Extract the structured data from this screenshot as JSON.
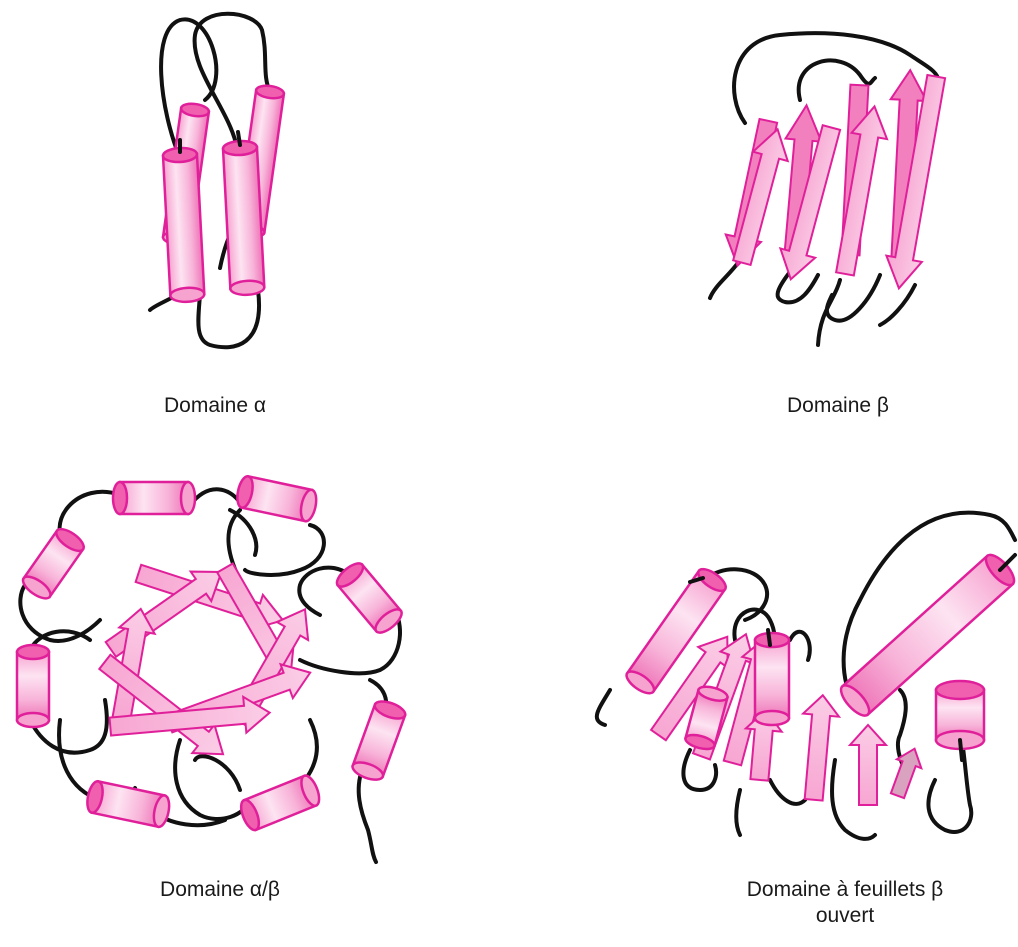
{
  "captions": {
    "alpha_domain": "Domaine α",
    "beta_domain": "Domaine β",
    "alpha_beta_domain": "Domaine α/β",
    "open_beta_sheet_domain_line1": "Domaine à feuillets β",
    "open_beta_sheet_domain_line2": "ouvert"
  },
  "colors": {
    "helix_fill": "#f6a8d4",
    "helix_edge": "#e0209a",
    "strand_fill": "#f9bddf",
    "loop": "#111111"
  }
}
